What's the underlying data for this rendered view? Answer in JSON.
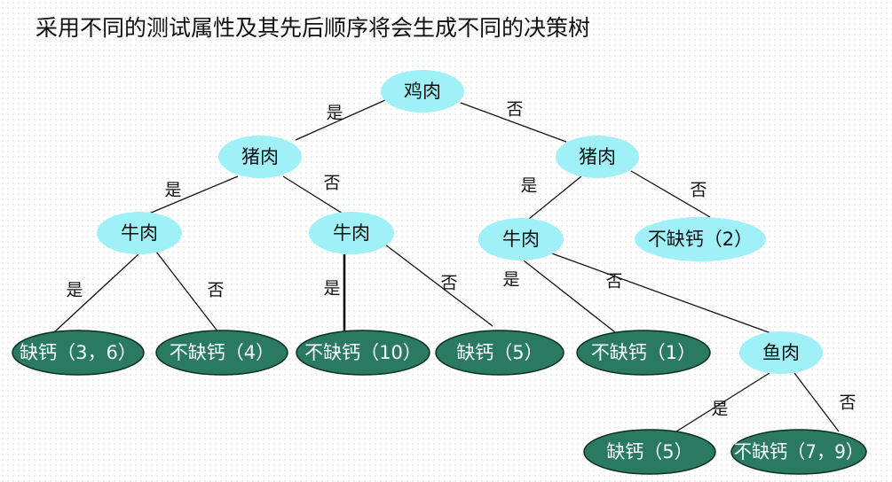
{
  "title": "采用不同的测试属性及其先后顺序将会生成不同的决策树",
  "colors": {
    "attribute_fill": "#9ff0f7",
    "attribute_text": "#111111",
    "leaf_fill": "#2a7a62",
    "leaf_stroke": "#0b2f24",
    "leaf_text": "#ffffff",
    "edge": "#111111"
  },
  "tree": {
    "nodes": [
      {
        "id": "n1",
        "label": "鸡肉",
        "kind": "attribute"
      },
      {
        "id": "n2",
        "label": "猪肉",
        "kind": "attribute"
      },
      {
        "id": "n3",
        "label": "猪肉",
        "kind": "attribute"
      },
      {
        "id": "n4",
        "label": "牛肉",
        "kind": "attribute"
      },
      {
        "id": "n5",
        "label": "牛肉",
        "kind": "attribute"
      },
      {
        "id": "n6",
        "label": "牛肉",
        "kind": "attribute"
      },
      {
        "id": "n7",
        "label": "不缺钙（2）",
        "kind": "leaf-plain"
      },
      {
        "id": "l1",
        "label": "缺钙（3，6）",
        "kind": "leaf"
      },
      {
        "id": "l2",
        "label": "不缺钙（4）",
        "kind": "leaf"
      },
      {
        "id": "l3",
        "label": "不缺钙（10）",
        "kind": "leaf"
      },
      {
        "id": "l4",
        "label": "缺钙（5）",
        "kind": "leaf"
      },
      {
        "id": "l5",
        "label": "不缺钙（1）",
        "kind": "leaf"
      },
      {
        "id": "n8",
        "label": "鱼肉",
        "kind": "attribute"
      },
      {
        "id": "l6",
        "label": "缺钙（5）",
        "kind": "leaf"
      },
      {
        "id": "l7",
        "label": "不缺钙（7，9）",
        "kind": "leaf"
      }
    ],
    "edges": [
      {
        "from": "n1",
        "to": "n2",
        "label": "是"
      },
      {
        "from": "n1",
        "to": "n3",
        "label": "否"
      },
      {
        "from": "n2",
        "to": "n4",
        "label": "是"
      },
      {
        "from": "n2",
        "to": "n5",
        "label": "否"
      },
      {
        "from": "n3",
        "to": "n6",
        "label": "是"
      },
      {
        "from": "n3",
        "to": "n7",
        "label": "否"
      },
      {
        "from": "n4",
        "to": "l1",
        "label": "是"
      },
      {
        "from": "n4",
        "to": "l2",
        "label": "否"
      },
      {
        "from": "n5",
        "to": "l3",
        "label": "是"
      },
      {
        "from": "n5",
        "to": "l4",
        "label": "否"
      },
      {
        "from": "n6",
        "to": "l5",
        "label": "是"
      },
      {
        "from": "n6",
        "to": "n8",
        "label": "否"
      },
      {
        "from": "n8",
        "to": "l6",
        "label": "是"
      },
      {
        "from": "n8",
        "to": "l7",
        "label": "否"
      }
    ]
  }
}
